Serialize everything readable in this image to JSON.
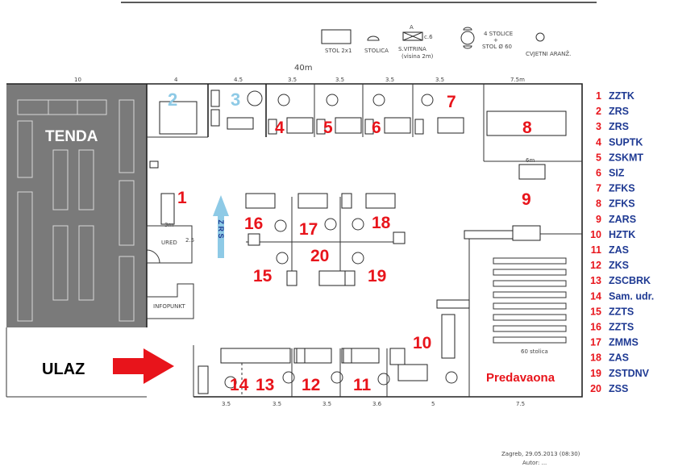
{
  "header": {
    "total_length": "40m",
    "legend": {
      "table": "STOL 2x1",
      "chair": "STOLICA",
      "showcase": "S.VITRINA",
      "showcase_note": "(visina 2m)",
      "showcase_dim_a": "A",
      "showcase_dim_b": "c.6",
      "round_table": "4 STOLICE",
      "round_table_plus": "+",
      "round_table_2": "STOL Ø 60",
      "flowers": "CVJETNI ARANŽ."
    }
  },
  "dimensions": {
    "top": [
      "10",
      "4",
      "4.5",
      "3.5",
      "3.5",
      "3.5",
      "3.5",
      "7.5m"
    ],
    "bottom": [
      "3.5",
      "3.5",
      "3.5",
      "3.6",
      "5",
      "7.5"
    ],
    "office_width": "3m",
    "office_depth": "2.5",
    "stand_9": "6m"
  },
  "areas": {
    "tent": "TENDA",
    "entrance": "ULAZ",
    "office": "URED",
    "info_point": "INFOPUNKT",
    "direction": "Z R S",
    "lecture_hall": "Predavaona",
    "lecture_seats": "60 stolica",
    "signature": "Zagreb, 29.05.2013 (08:30)",
    "signature_2": "Autor: ..."
  },
  "stands": [
    "1",
    "2",
    "3",
    "4",
    "5",
    "6",
    "7",
    "8",
    "9",
    "10",
    "11",
    "12",
    "13",
    "14",
    "15",
    "16",
    "17",
    "18",
    "19",
    "20"
  ],
  "legend_list": [
    {
      "num": "1",
      "name": "ZZTK"
    },
    {
      "num": "2",
      "name": "ZRS"
    },
    {
      "num": "3",
      "name": "ZRS"
    },
    {
      "num": "4",
      "name": "SUPTK"
    },
    {
      "num": "5",
      "name": "ZSKMT"
    },
    {
      "num": "6",
      "name": "SIZ"
    },
    {
      "num": "7",
      "name": "ZFKS"
    },
    {
      "num": "8",
      "name": "ZFKS"
    },
    {
      "num": "9",
      "name": "ZARS"
    },
    {
      "num": "10",
      "name": "HZTK"
    },
    {
      "num": "11",
      "name": "ZAS"
    },
    {
      "num": "12",
      "name": "ZKS"
    },
    {
      "num": "13",
      "name": "ZSCBRK"
    },
    {
      "num": "14",
      "name": "Sam. udr."
    },
    {
      "num": "15",
      "name": "ZZTS"
    },
    {
      "num": "16",
      "name": "ZZTS"
    },
    {
      "num": "17",
      "name": "ZMMS"
    },
    {
      "num": "18",
      "name": "ZAS"
    },
    {
      "num": "19",
      "name": "ZSTDNV"
    },
    {
      "num": "20",
      "name": "ZSS"
    }
  ],
  "colors": {
    "stand_red": "#e8141b",
    "stand_blue": "#8ecae6",
    "legend_blue": "#1f3a93",
    "tent_gray": "#7a7a7a"
  }
}
